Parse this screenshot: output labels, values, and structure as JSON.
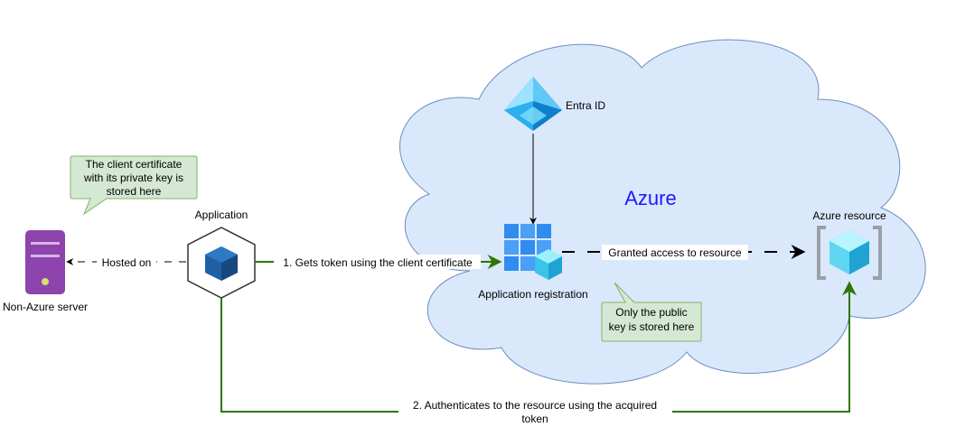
{
  "cloud": {
    "label": "Azure"
  },
  "nodes": {
    "entra": {
      "label": "Entra ID"
    },
    "app_reg": {
      "label": "Application registration"
    },
    "resource": {
      "label": "Azure resource"
    },
    "application": {
      "label": "Application"
    },
    "server": {
      "label": "Non-Azure server"
    }
  },
  "callouts": {
    "cert": {
      "lines": [
        "The client certificate",
        "with its private key is",
        "stored here"
      ]
    },
    "public_key": {
      "lines": [
        "Only the public",
        "key is stored here"
      ]
    }
  },
  "edges": {
    "hosted_on": {
      "label": "Hosted on"
    },
    "gets_token": {
      "label": "1. Gets token using the client certificate"
    },
    "granted": {
      "label": "Granted access to resource"
    },
    "authenticates": {
      "lines": [
        "2. Authenticates to the resource using the acquired",
        "token"
      ]
    }
  },
  "colors": {
    "cloud_fill": "#dae8fc",
    "cloud_stroke": "#6c8ebf",
    "azure_text": "#1a1aff",
    "green_arrow": "#2d7600",
    "callout_fill": "#d5e8d4",
    "callout_stroke": "#82b366",
    "server_purple": "#8e44ad"
  }
}
